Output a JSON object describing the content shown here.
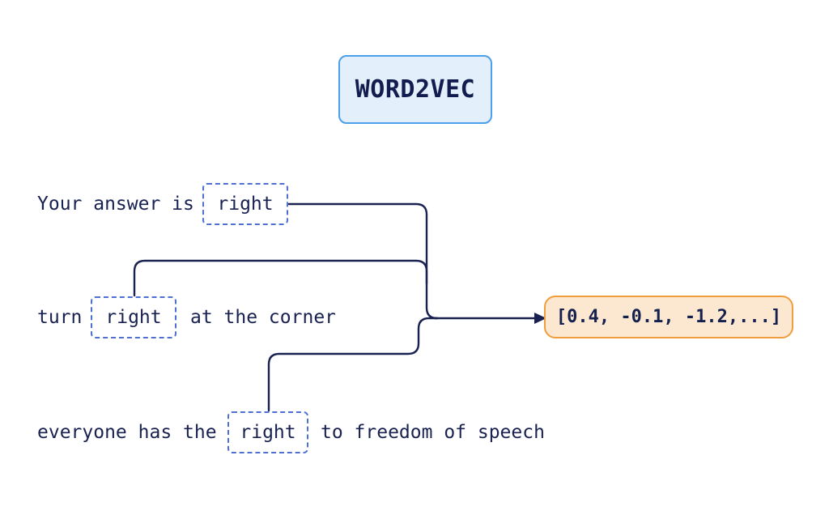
{
  "diagram": {
    "title": "WORD2VEC",
    "sentences": [
      {
        "before": "Your answer is",
        "word": "right",
        "after": ""
      },
      {
        "before": "turn",
        "word": "right",
        "after": "at the corner"
      },
      {
        "before": "everyone has the",
        "word": "right",
        "after": "to freedom of speech"
      }
    ],
    "vector": "[0.4, -0.1, -1.2,...]",
    "colors": {
      "text": "#192150",
      "connector_line": "#192150",
      "highlight_box_border": "#4f70d3",
      "title_box_border": "#4aa0e9",
      "title_box_fill": "#e3effb",
      "vector_box_border": "#f09d3d",
      "vector_box_fill": "#fce8d0",
      "background": "#ffffff"
    }
  }
}
